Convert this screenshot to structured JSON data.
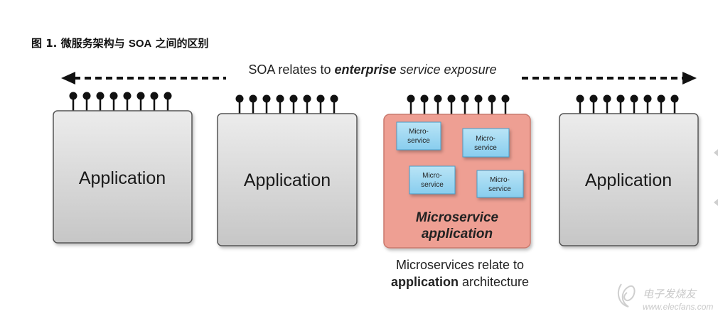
{
  "caption": {
    "prefix": "图 1.",
    "middle": " 微服务架构与 ",
    "soa": "SOA",
    "suffix": " 之间的区别"
  },
  "top_arrow": {
    "pre": "SOA relates to ",
    "bold": "enterprise",
    "post": " service exposure"
  },
  "applications": [
    {
      "label": "Application"
    },
    {
      "label": "Application"
    },
    {
      "label": "Application"
    }
  ],
  "microservice_app": {
    "line1": "Microservice",
    "line2": "application",
    "microservices": [
      {
        "line1": "Micro-",
        "line2": "service"
      },
      {
        "line1": "Micro-",
        "line2": "service"
      },
      {
        "line1": "Micro-",
        "line2": "service"
      },
      {
        "line1": "Micro-",
        "line2": "service"
      }
    ]
  },
  "bottom_note": {
    "line1": "Microservices relate to",
    "bold": "application",
    "rest": " architecture"
  },
  "watermark": {
    "text": "电子发烧友",
    "url": "www.elecfans.com"
  },
  "colors": {
    "app_fill": "#d7d7d7",
    "msapp_fill": "#ee9e92",
    "ms_fill": "#9ed7f1"
  }
}
